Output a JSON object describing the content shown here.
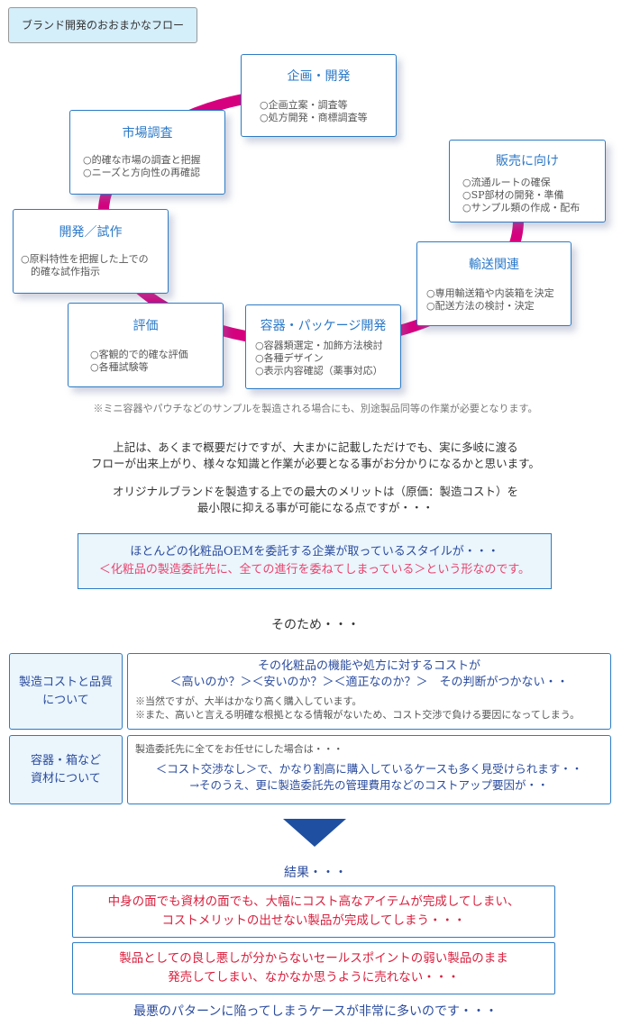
{
  "title": "ブランド開発のおおまかなフロー",
  "colors": {
    "ring": "#d6007f",
    "card_border": "#2d7bc4",
    "heading": "#2a78c8",
    "arrow": "#1f4fa0"
  },
  "flow": [
    {
      "id": "kikaku",
      "title": "企画・開発",
      "items": [
        "○企画立案・調査等",
        "○処方開発・商標調査等"
      ]
    },
    {
      "id": "hanbai",
      "title": "販売に向け",
      "items": [
        "○流通ルートの確保",
        "○SP部材の開発・準備",
        "○サンプル類の作成・配布"
      ]
    },
    {
      "id": "yuso",
      "title": "輸送関連",
      "items": [
        "○専用輸送箱や内装箱を決定",
        "○配送方法の検討・決定"
      ]
    },
    {
      "id": "yoki",
      "title": "容器・パッケージ開発",
      "items": [
        "○容器類選定・加飾方法検討",
        "○各種デザイン",
        "○表示内容確認（薬事対応）"
      ]
    },
    {
      "id": "hyoka",
      "title": "評価",
      "items": [
        "○客観的で的確な評価",
        "○各種試験等"
      ]
    },
    {
      "id": "shisaku",
      "title": "開発／試作",
      "items": [
        "○原料特性を把握した上での",
        "　的確な試作指示"
      ]
    },
    {
      "id": "shijo",
      "title": "市場調査",
      "items": [
        "○的確な市場の調査と把握",
        "○ニーズと方向性の再確認"
      ]
    }
  ],
  "flow_note": "※ミニ容器やパウチなどのサンプルを製造される場合にも、別途製品同等の作業が必要となります。",
  "para1": [
    "上記は、あくまで概要だけですが、大まかに記載しただけでも、実に多岐に渡る",
    "フローが出来上がり、様々な知識と作業が必要となる事がお分かりになるかと思います。"
  ],
  "para2": [
    "オリジナルブランドを製造する上での最大のメリットは（原価：製造コスト）を",
    "最小限に抑える事が可能になる点ですが・・・"
  ],
  "oem": {
    "line1": "ほとんどの化粧品OEMを委託する企業が取っているスタイルが・・・",
    "line2": "＜化粧品の製造委託先に、全ての進行を委ねてしまっている＞という形なのです。"
  },
  "sonotame": "そのため・・・",
  "issues": [
    {
      "label": [
        "製造コストと品質",
        "について"
      ],
      "headline": [
        "その化粧品の機能や処方に対するコストが",
        "＜高いのか？＞＜安いのか？＞＜適正なのか？＞　その判断がつかない・・"
      ],
      "notes": [
        "※当然ですが、大半はかなり高く購入しています。",
        "※また、高いと言える明確な根拠となる情報がないため、コスト交渉で負ける要因になってしまう。"
      ]
    },
    {
      "label": [
        "容器・箱など",
        "資材について"
      ],
      "intro": "製造委託先に全てをお任せにした場合は・・・",
      "headline": [
        "＜コスト交渉なし＞で、かなり割高に購入しているケースも多く見受けられます・・",
        "→そのうえ、更に製造委託先の管理費用などのコストアップ要因が・・"
      ]
    }
  ],
  "result_label": "結果・・・",
  "results": [
    [
      "中身の面でも資材の面でも、大幅にコスト高なアイテムが完成してしまい、",
      "コストメリットの出せない製品が完成してしまう・・・"
    ],
    [
      "製品としての良し悪しが分からないセールスポイントの弱い製品のまま",
      "発売してしまい、なかなか思うように売れない・・・"
    ]
  ],
  "conclusion": "最悪のパターンに陥ってしまうケースが非常に多いのです・・・"
}
